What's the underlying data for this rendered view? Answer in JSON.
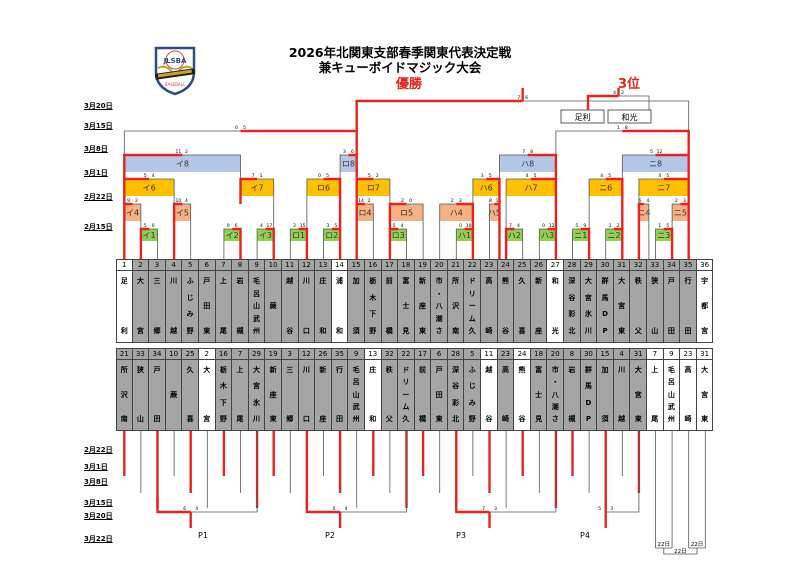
{
  "header": {
    "title_line1": "2026年北関東支部春季関東代表決定戦",
    "title_line2": "兼キューボイドマジック大会",
    "champion_label": "優勝",
    "third_place_label": "3位",
    "logo_text": "JLSBA"
  },
  "colors": {
    "winner_line": "#e8231f",
    "loser_line": "#555555",
    "round1_box": "#92d050",
    "round2_box": "#f4b183",
    "round3_box": "#ffc000",
    "round4_box": "#b4c7e7",
    "team_cell_bg": "#a5a5a5"
  },
  "top_dates": [
    "3月20日",
    "3月15日",
    "3月8日",
    "3月1日",
    "2月22日",
    "2月15日"
  ],
  "bottom_dates": [
    "2月22日",
    "3月1日",
    "3月8日",
    "3月15日",
    "3月20日",
    "3月22日"
  ],
  "final": {
    "scores": [
      "7",
      "6"
    ]
  },
  "third_place": {
    "scores": [
      "4",
      "2"
    ],
    "teams": [
      "足利",
      "和光"
    ]
  },
  "semis": [
    {
      "scores": [
        "0",
        "5"
      ]
    },
    {
      "scores": [
        "1",
        "8"
      ]
    }
  ],
  "blocks": {
    "i8": {
      "label": "イ8",
      "scores": [
        "11",
        "2"
      ]
    },
    "ro8": {
      "label": "ロ8",
      "scores": [
        "3",
        "6"
      ]
    },
    "ha8": {
      "label": "ハ8",
      "scores": [
        "7",
        "8"
      ]
    },
    "ni8": {
      "label": "ニ8",
      "scores": [
        "5",
        "12"
      ]
    },
    "i6": {
      "label": "イ6",
      "scores": [
        "5",
        "4"
      ]
    },
    "i7": {
      "label": "イ7",
      "scores": [
        "7",
        "1"
      ]
    },
    "ro6": {
      "label": "ロ6",
      "scores": [
        "0",
        "5"
      ]
    },
    "ro7": {
      "label": "ロ7",
      "scores": [
        "5",
        "2"
      ]
    },
    "ha6": {
      "label": "ハ6",
      "scores": [
        "3",
        "5"
      ]
    },
    "ha7": {
      "label": "ハ7",
      "scores": [
        "4",
        "5"
      ]
    },
    "ni6": {
      "label": "ニ6",
      "scores": [
        "4",
        "5"
      ]
    },
    "ni7": {
      "label": "ニ7",
      "scores": [
        "4",
        "5"
      ]
    },
    "i4": {
      "label": "イ4",
      "scores": [
        "9",
        "2"
      ]
    },
    "i5": {
      "label": "イ5",
      "scores": [
        "10",
        "4"
      ]
    },
    "ro4": {
      "label": "ロ4",
      "scores": [
        "14",
        "2"
      ]
    },
    "ro5": {
      "label": "ロ5",
      "scores": [
        "2",
        "0"
      ]
    },
    "ha4": {
      "label": "ハ4",
      "scores": [
        "2",
        "3"
      ]
    },
    "ha5": {
      "label": "ハ5",
      "scores": [
        "8",
        "11"
      ]
    },
    "ni4": {
      "label": "ニ4",
      "scores": [
        "6",
        "4"
      ]
    },
    "ni5": {
      "label": "ニ5",
      "scores": [
        "2",
        "3"
      ]
    },
    "i1": {
      "label": "イ1",
      "scores": [
        "5",
        "0"
      ]
    },
    "i2": {
      "label": "イ2",
      "scores": [
        "0",
        "6"
      ]
    },
    "i3": {
      "label": "イ3",
      "scores": [
        "4",
        "17"
      ]
    },
    "ro1": {
      "label": "ロ1",
      "scores": [
        "2",
        "15"
      ]
    },
    "ro2": {
      "label": "ロ2",
      "scores": [
        "3",
        "5"
      ]
    },
    "ro3": {
      "label": "ロ3",
      "scores": [
        "5",
        "4"
      ]
    },
    "ha1": {
      "label": "ハ1",
      "scores": [
        "0",
        "10"
      ]
    },
    "ha2": {
      "label": "ハ2",
      "scores": [
        "7",
        "4"
      ]
    },
    "ha3": {
      "label": "ハ3",
      "scores": [
        "0",
        "12"
      ]
    },
    "ni1": {
      "label": "ニ1",
      "scores": [
        "5",
        "9"
      ]
    },
    "ni2": {
      "label": "ニ2",
      "scores": [
        "1",
        "2"
      ]
    },
    "ni3": {
      "label": "ニ3",
      "scores": [
        "1",
        "5"
      ]
    }
  },
  "top_teams": [
    {
      "num": "1",
      "name": "足　利",
      "white": true
    },
    {
      "num": "2",
      "name": "大　宮"
    },
    {
      "num": "3",
      "name": "三　郷"
    },
    {
      "num": "4",
      "name": "川　越"
    },
    {
      "num": "5",
      "name": "ふじみ野"
    },
    {
      "num": "6",
      "name": "戸田東"
    },
    {
      "num": "7",
      "name": "上　尾"
    },
    {
      "num": "8",
      "name": "岩　槻"
    },
    {
      "num": "9",
      "name": "毛呂山武州"
    },
    {
      "num": "10",
      "name": "蕨"
    },
    {
      "num": "11",
      "name": "越　谷"
    },
    {
      "num": "12",
      "name": "川　口"
    },
    {
      "num": "13",
      "name": "庄　和"
    },
    {
      "num": "14",
      "name": "浦　和",
      "white": true
    },
    {
      "num": "15",
      "name": "加　須"
    },
    {
      "num": "16",
      "name": "栃木下野"
    },
    {
      "num": "17",
      "name": "前　橋"
    },
    {
      "num": "18",
      "name": "富士見"
    },
    {
      "num": "19",
      "name": "新座東"
    },
    {
      "num": "20",
      "name": "市・八潮さいたま"
    },
    {
      "num": "21",
      "name": "所沢南"
    },
    {
      "num": "22",
      "name": "ドリーム久喜ゴール"
    },
    {
      "num": "23",
      "name": "高　崎"
    },
    {
      "num": "24",
      "name": "熊　谷"
    },
    {
      "num": "25",
      "name": "久　喜"
    },
    {
      "num": "26",
      "name": "新　座"
    },
    {
      "num": "27",
      "name": "和　光",
      "white": true
    },
    {
      "num": "28",
      "name": "深谷彩北"
    },
    {
      "num": "29",
      "name": "大宮氷川"
    },
    {
      "num": "30",
      "name": "群馬DP"
    },
    {
      "num": "31",
      "name": "大宮東"
    },
    {
      "num": "32",
      "name": "秩　父"
    },
    {
      "num": "33",
      "name": "狭　山"
    },
    {
      "num": "34",
      "name": "戸　田"
    },
    {
      "num": "35",
      "name": "行　田"
    },
    {
      "num": "36",
      "name": "宇都宮",
      "white": true
    }
  ],
  "bottom_teams": [
    {
      "num": "21",
      "name": "所沢南"
    },
    {
      "num": "33",
      "name": "狭　山"
    },
    {
      "num": "34",
      "name": "戸　田"
    },
    {
      "num": "10",
      "name": "蕨"
    },
    {
      "num": "25",
      "name": "久　喜"
    },
    {
      "num": "2",
      "name": "大　宮",
      "white": true
    },
    {
      "num": "16",
      "name": "栃木下野"
    },
    {
      "num": "7",
      "name": "上　尾"
    },
    {
      "num": "29",
      "name": "大宮氷川"
    },
    {
      "num": "19",
      "name": "新座東"
    },
    {
      "num": "3",
      "name": "三　郷"
    },
    {
      "num": "12",
      "name": "川　口"
    },
    {
      "num": "26",
      "name": "新　座"
    },
    {
      "num": "35",
      "name": "行　田"
    },
    {
      "num": "9",
      "name": "毛呂山武州"
    },
    {
      "num": "13",
      "name": "庄　和",
      "white": true
    },
    {
      "num": "32",
      "name": "秩　父"
    },
    {
      "num": "22",
      "name": "ドリーム久喜ゴール"
    },
    {
      "num": "17",
      "name": "前　橋"
    },
    {
      "num": "6",
      "name": "戸田東"
    },
    {
      "num": "28",
      "name": "深谷彩北"
    },
    {
      "num": "5",
      "name": "ふじみ野"
    },
    {
      "num": "11",
      "name": "越　谷",
      "white": true
    },
    {
      "num": "23",
      "name": "高　崎"
    },
    {
      "num": "24",
      "name": "熊　谷",
      "white": true
    },
    {
      "num": "18",
      "name": "富士見"
    },
    {
      "num": "20",
      "name": "市・八潮さいたま"
    },
    {
      "num": "8",
      "name": "岩　槻"
    },
    {
      "num": "30",
      "name": "群馬DP"
    },
    {
      "num": "15",
      "name": "加　須"
    },
    {
      "num": "4",
      "name": "川　越"
    },
    {
      "num": "31",
      "name": "大宮東"
    },
    {
      "num": "7",
      "name": "上　尾",
      "white": true
    },
    {
      "num": "9",
      "name": "毛呂山武州",
      "white": true
    },
    {
      "num": "23",
      "name": "高　崎",
      "white": true
    },
    {
      "num": "31",
      "name": "大宮東",
      "white": true
    }
  ],
  "placement": {
    "labels": [
      "P1",
      "P2",
      "P3",
      "P4"
    ],
    "scores": [
      [
        "6",
        "4"
      ],
      [
        "0",
        "4"
      ],
      [
        "7",
        "3"
      ],
      [
        "5",
        "3"
      ]
    ],
    "day_label": "22日"
  }
}
